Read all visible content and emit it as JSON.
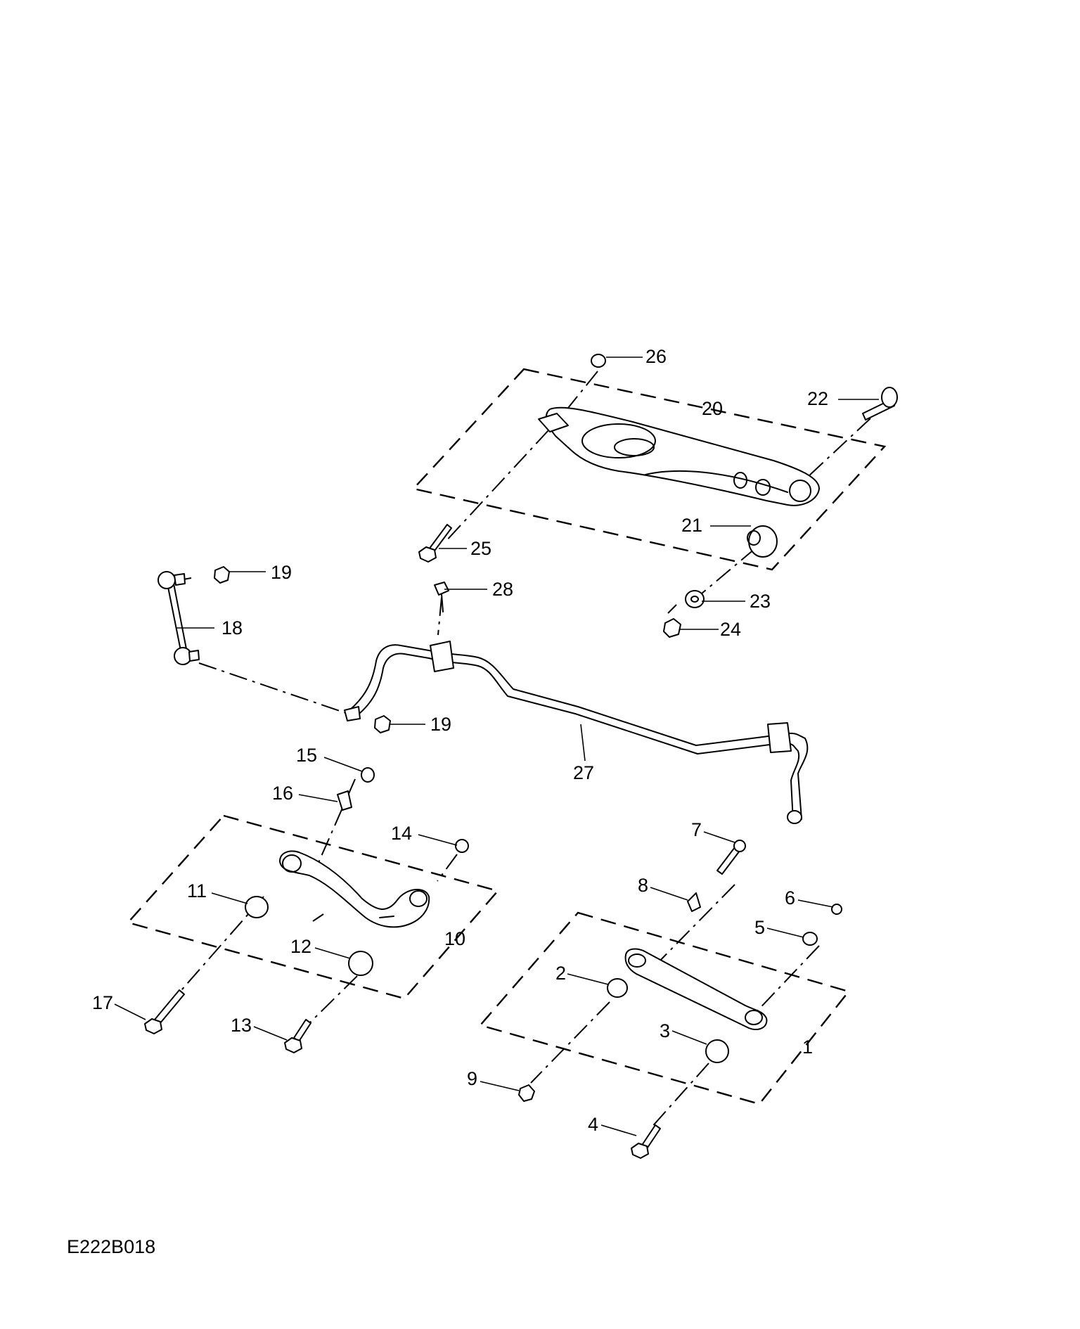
{
  "diagram": {
    "reference_code": "E222B018",
    "callouts": [
      "1",
      "2",
      "3",
      "4",
      "5",
      "6",
      "7",
      "8",
      "9",
      "10",
      "11",
      "12",
      "13",
      "14",
      "15",
      "16",
      "17",
      "18",
      "19",
      "19",
      "20",
      "21",
      "22",
      "23",
      "24",
      "25",
      "26",
      "27",
      "28"
    ]
  }
}
